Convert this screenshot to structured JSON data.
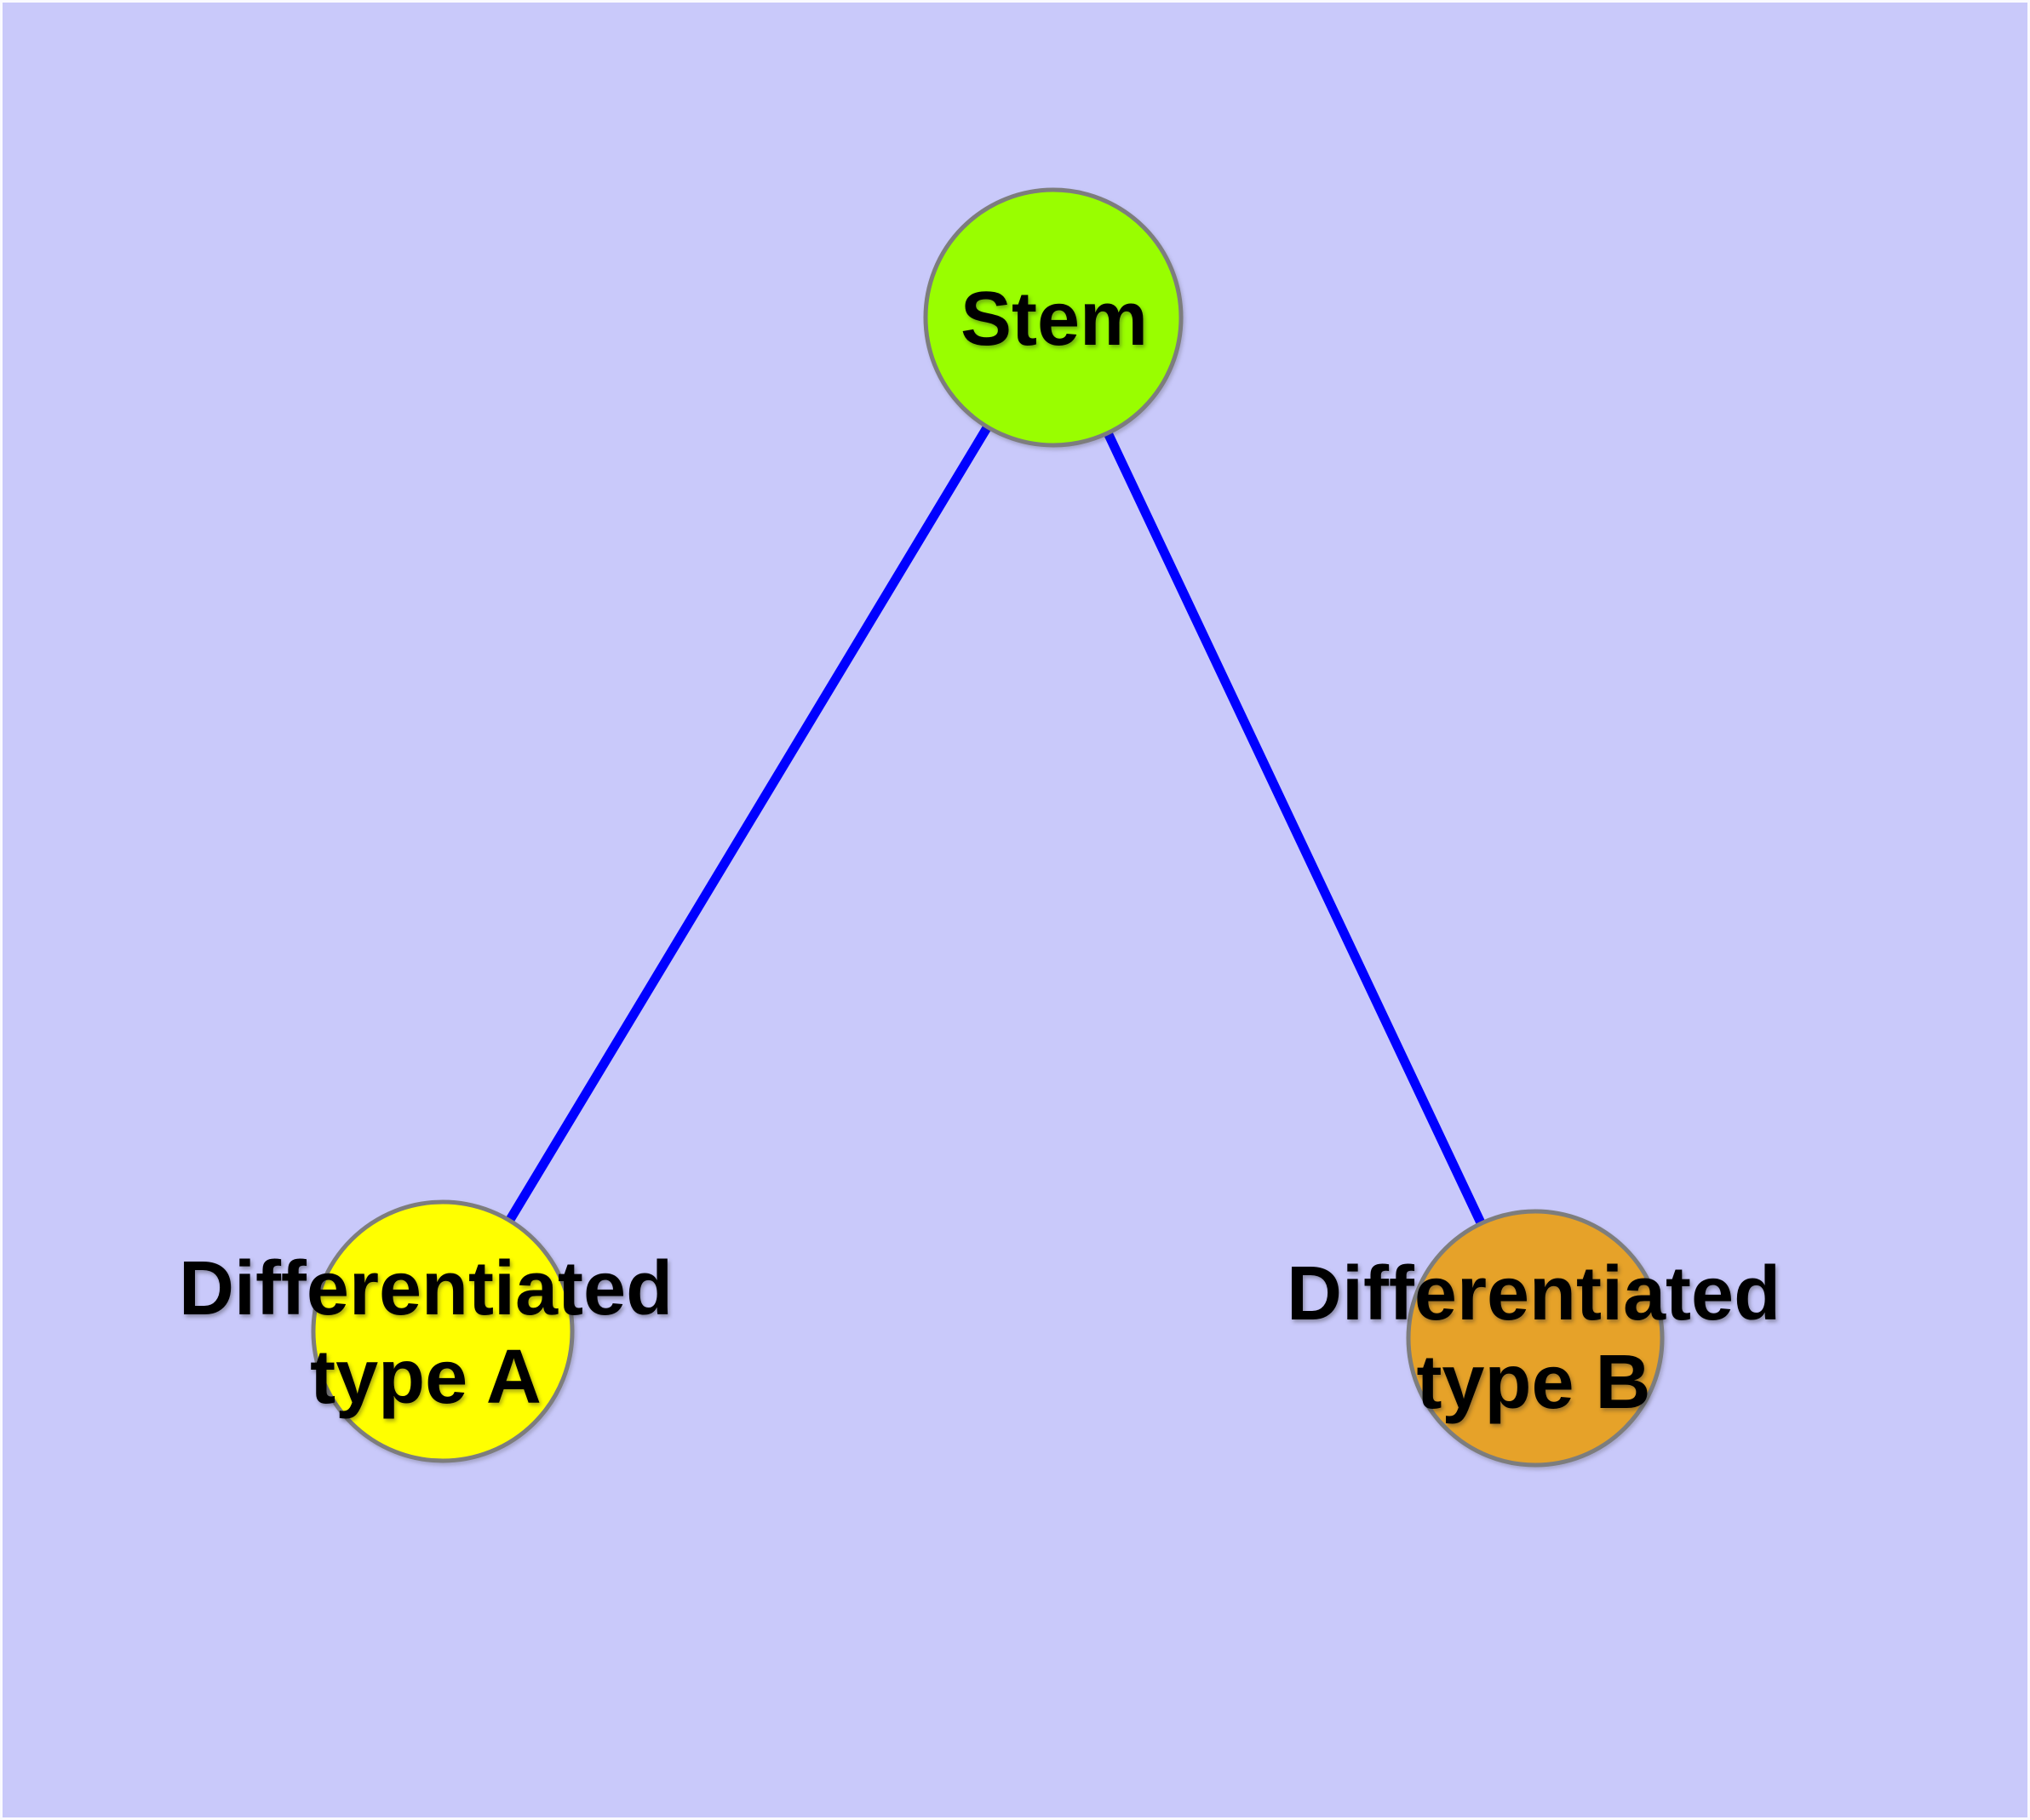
{
  "diagram": {
    "type": "node-link-graph",
    "background_color": "#C9C9FA",
    "edge_color": "#0000FF",
    "node_border_color": "#7D7D7D",
    "label_color": "#000000",
    "nodes": {
      "stem": {
        "label": "Stem",
        "fill": "#99FE00"
      },
      "type_a": {
        "label_line1": "Differentiated",
        "label_line2": "type A",
        "full_label": "Differentiated type A",
        "fill": "#FFFF00"
      },
      "type_b": {
        "label_line1": "Differentiated",
        "label_line2": "type B",
        "full_label": "Differentiated type B",
        "fill": "#E6A229"
      }
    },
    "edges": [
      {
        "from": "Stem",
        "to": "Differentiated type A"
      },
      {
        "from": "Stem",
        "to": "Differentiated type B"
      }
    ]
  }
}
